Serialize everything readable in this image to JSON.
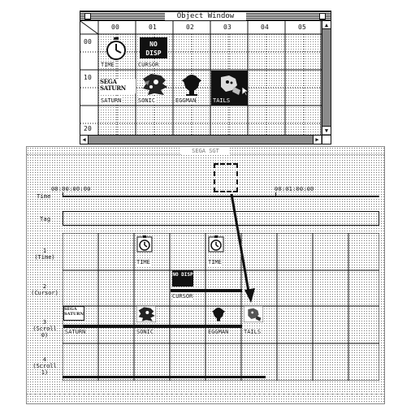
{
  "object_window": {
    "title": "Object Window",
    "col_headers": [
      "00",
      "01",
      "02",
      "03",
      "04",
      "05"
    ],
    "row_headers": [
      "00",
      "10",
      "20"
    ],
    "objects": [
      {
        "name": "TIME",
        "icon": "stopwatch-icon"
      },
      {
        "name": "CURSOR",
        "icon": "no-disp-icon",
        "icon_text": "NO DISP"
      },
      {
        "name": "SATURN",
        "icon": "saturn-logo-icon",
        "icon_text": "SEGA SATURN"
      },
      {
        "name": "SONIC",
        "icon": "sonic-sprite-icon"
      },
      {
        "name": "EGGMAN",
        "icon": "eggman-sprite-icon"
      },
      {
        "name": "TAILS",
        "icon": "tails-sprite-icon"
      }
    ]
  },
  "timeline_window": {
    "title": "SEGA SGT",
    "time_start": "00:00:00:00",
    "time_mid": "00:01:00:00",
    "row_time_label": "Time",
    "row_tag_label": "Tag",
    "tracks": [
      {
        "num": "1",
        "name": "(Time)",
        "clips": [
          "TIME",
          "TIME"
        ]
      },
      {
        "num": "2",
        "name": "(Cursor)",
        "clips": [
          "CURSOR"
        ]
      },
      {
        "num": "3",
        "name": "(Scroll 0)",
        "clips": [
          "SATURN",
          "SONIC",
          "EGGMAN",
          "TAILS"
        ]
      },
      {
        "num": "4",
        "name": "(Scroll 1)",
        "clips": []
      }
    ]
  }
}
